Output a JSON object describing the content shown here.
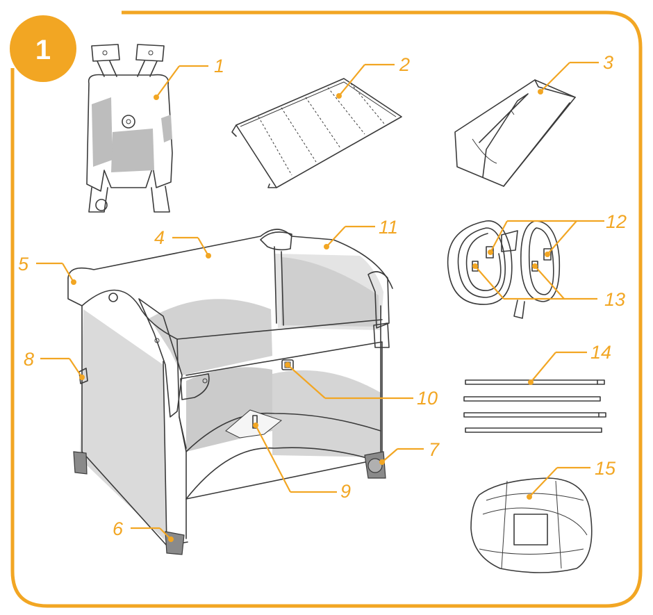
{
  "step": {
    "number": "1"
  },
  "colors": {
    "accent": "#F2A623",
    "line": "#3a3a3a",
    "mesh": "#d9d9d9",
    "feet": "#8a8a8a",
    "background": "#ffffff"
  },
  "parts": [
    {
      "id": "1",
      "label": "1",
      "depicts": "folded travel cot frame"
    },
    {
      "id": "2",
      "label": "2",
      "depicts": "mattress"
    },
    {
      "id": "3",
      "label": "3",
      "depicts": "carry bag"
    },
    {
      "id": "4",
      "label": "4",
      "depicts": "cot top rail"
    },
    {
      "id": "5",
      "label": "5",
      "depicts": "corner cap"
    },
    {
      "id": "6",
      "label": "6",
      "depicts": "leg foot"
    },
    {
      "id": "7",
      "label": "7",
      "depicts": "wheel"
    },
    {
      "id": "8",
      "label": "8",
      "depicts": "side release"
    },
    {
      "id": "9",
      "label": "9",
      "depicts": "centre floor handle"
    },
    {
      "id": "10",
      "label": "10",
      "depicts": "drop-side button"
    },
    {
      "id": "11",
      "label": "11",
      "depicts": "upper rail"
    },
    {
      "id": "12",
      "label": "12",
      "depicts": "attachment straps"
    },
    {
      "id": "13",
      "label": "13",
      "depicts": "strap buckles"
    },
    {
      "id": "14",
      "label": "14",
      "depicts": "support rods"
    },
    {
      "id": "15",
      "label": "15",
      "depicts": "storage bag"
    }
  ]
}
